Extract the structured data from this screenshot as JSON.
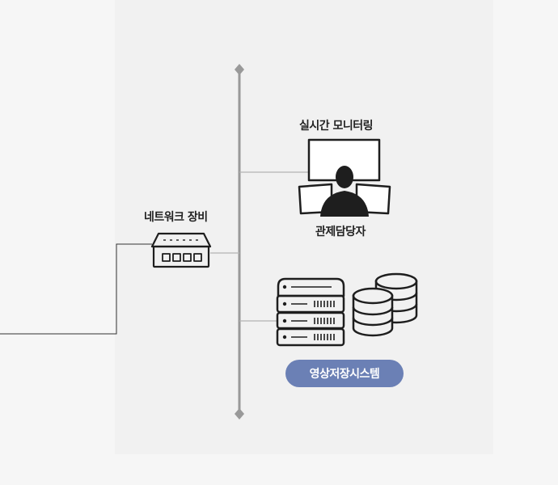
{
  "nodes": {
    "network": {
      "label": "네트워크 장비"
    },
    "monitoring": {
      "title": "실시간 모니터링",
      "operator": "관제담당자"
    },
    "storage": {
      "label": "영상저장시스템"
    }
  },
  "colors": {
    "bus": "#999999",
    "connector": "#b3b3b3",
    "icon": "#1e1e1e",
    "pill": "#6b80b5"
  }
}
